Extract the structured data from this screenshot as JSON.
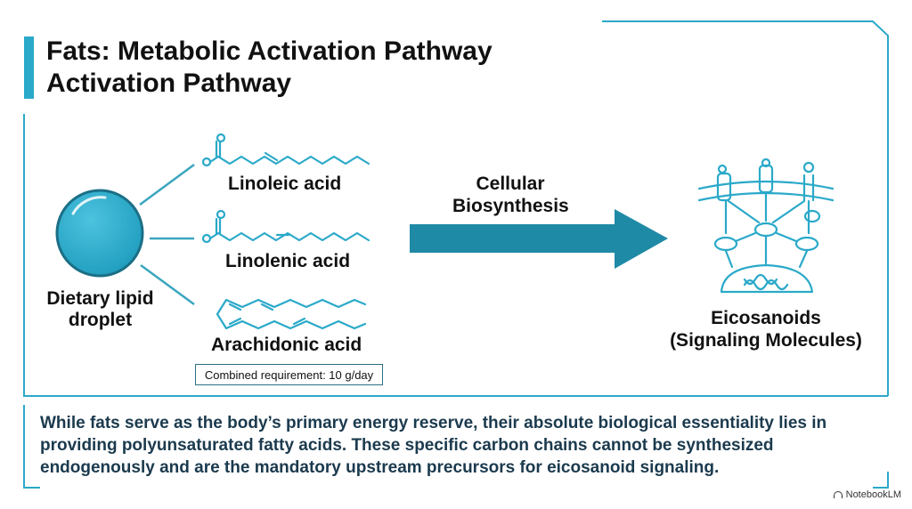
{
  "title": {
    "line1": "Fats: Metabolic Activation Pathway",
    "line2": "Activation Pathway"
  },
  "source": {
    "label": "Dietary lipid\ndroplet"
  },
  "fatty_acids": [
    {
      "name": "Linoleic acid"
    },
    {
      "name": "Linolenic acid"
    },
    {
      "name": "Arachidonic acid"
    }
  ],
  "requirement": {
    "label": "Combined requirement: 10 g/day"
  },
  "process": {
    "label": "Cellular\nBiosynthesis"
  },
  "product": {
    "label": "Eicosanoids\n(Signaling Molecules)"
  },
  "footer": {
    "text": "While fats serve as the body’s primary energy reserve, their absolute biological essentiality lies in providing polyunsaturated fatty acids. These specific carbon chains cannot be synthesized endogenously and are the mandatory upstream precursors for eicosanoid signaling."
  },
  "brand": {
    "name": "NotebookLM"
  },
  "colors": {
    "accent": "#2aa9c9",
    "dark_teal": "#1f7f98",
    "text_dark": "#1b3a4e"
  }
}
